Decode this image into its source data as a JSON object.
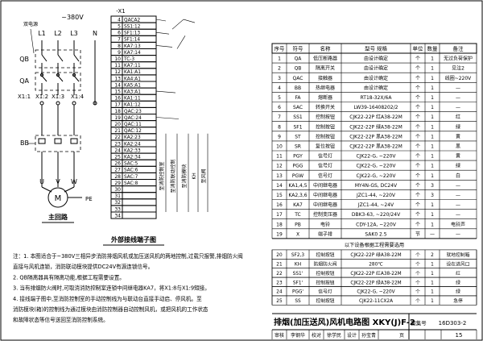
{
  "main_circuit": {
    "voltage": "~380V",
    "phases": [
      "L1",
      "L2",
      "L3",
      "N"
    ],
    "feeder_label": "双电源",
    "components": [
      "QB",
      "QA",
      "X1:1",
      "X1:2",
      "X1:3",
      "X1:4",
      "BB",
      "U",
      "V",
      "W",
      "M",
      "PE"
    ],
    "caption": "主回路"
  },
  "terminal_block": {
    "header": "-X1",
    "rows": [
      {
        "no": "4",
        "label": "QACA2"
      },
      {
        "no": "5",
        "label": "SS1:12"
      },
      {
        "no": "6",
        "label": "SF1:13"
      },
      {
        "no": "7",
        "label": "SF1:14"
      },
      {
        "no": "8",
        "label": "KA7:13"
      },
      {
        "no": "9",
        "label": "KA7:14"
      },
      {
        "no": "10",
        "label": "TC-3"
      },
      {
        "no": "11",
        "label": "KA7:11"
      },
      {
        "no": "12",
        "label": "KA1:A1"
      },
      {
        "no": "13",
        "label": "KA4:A1"
      },
      {
        "no": "14",
        "label": "KA5:A1"
      },
      {
        "no": "15",
        "label": "KA3:A1"
      },
      {
        "no": "16",
        "label": "KA1:11"
      },
      {
        "no": "17",
        "label": "KA1:12"
      },
      {
        "no": "18",
        "label": "QAC:23"
      },
      {
        "no": "19",
        "label": "QAC:24"
      },
      {
        "no": "20",
        "label": "QAC:11"
      },
      {
        "no": "21",
        "label": "QAC:12"
      },
      {
        "no": "22",
        "label": "KA2:23"
      },
      {
        "no": "23",
        "label": "KA2:24"
      },
      {
        "no": "24",
        "label": "KA2:33"
      },
      {
        "no": "25",
        "label": "KA2:34"
      },
      {
        "no": "26",
        "label": "SAC:5"
      },
      {
        "no": "27",
        "label": "SAC:6"
      },
      {
        "no": "28",
        "label": "SAC:7"
      },
      {
        "no": "29",
        "label": "SAC:8"
      },
      {
        "no": "30",
        "label": ""
      },
      {
        "no": "31",
        "label": ""
      },
      {
        "no": "32",
        "label": ""
      },
      {
        "no": "33",
        "label": ""
      },
      {
        "no": "34",
        "label": ""
      }
    ],
    "side_labels": [
      "至消防控制室",
      "至消防联动控制",
      "至消防模块",
      "KH",
      "至风阀"
    ],
    "caption": "外部接线端子图"
  },
  "component_table": {
    "headers": [
      "序号",
      "符号",
      "名称",
      "型号 规格",
      "单位",
      "数量",
      "备注"
    ],
    "rows": [
      [
        "1",
        "QA",
        "低压断路器",
        "由设计确定",
        "个",
        "1",
        "无过负荷保护"
      ],
      [
        "2",
        "QB",
        "隔离开关",
        "由设计确定",
        "个",
        "1",
        "见注2"
      ],
      [
        "3",
        "QAC",
        "接触器",
        "由设计确定",
        "个",
        "1",
        "线圈~220V"
      ],
      [
        "4",
        "BB",
        "热继电器",
        "由设计确定",
        "个",
        "1",
        "—"
      ],
      [
        "5",
        "FA",
        "熔断器",
        "RT18-32X/6A",
        "个",
        "1",
        "—"
      ],
      [
        "6",
        "SAC",
        "转换开关",
        "LW39-16408202/2",
        "个",
        "1",
        "—"
      ],
      [
        "7",
        "SS1",
        "控制按钮",
        "CJK22-22P 红A38-22M",
        "个",
        "1",
        "红"
      ],
      [
        "8",
        "SF1",
        "控制按钮",
        "CJK22-22P 绿A38-22M",
        "个",
        "1",
        "绿"
      ],
      [
        "9",
        "ST",
        "控制按钮",
        "CJK22-22P 黑A38-22M",
        "个",
        "1",
        "黄"
      ],
      [
        "10",
        "SR",
        "复位按钮",
        "CJK22-22P 黑A38-22M",
        "个",
        "1",
        "黑"
      ],
      [
        "11",
        "PGY",
        "信号灯",
        "CJK22-G, ~220V",
        "个",
        "1",
        "黄"
      ],
      [
        "12",
        "PGG",
        "信号灯",
        "CJK22-G, ~220V",
        "个",
        "1",
        "绿"
      ],
      [
        "13",
        "PGW",
        "信号灯",
        "CJK22-G, ~220V",
        "个",
        "1",
        "白"
      ],
      [
        "14",
        "KA1,4,5",
        "中间继电器",
        "MY4N-GS, DC24V",
        "个",
        "3",
        "—"
      ],
      [
        "15",
        "KA2,3,6",
        "中间继电器",
        "JZC1-44, ~220V",
        "个",
        "3",
        "—"
      ],
      [
        "16",
        "KA7",
        "中间继电器",
        "JZC1-44, ~24V",
        "个",
        "1",
        "—"
      ],
      [
        "17",
        "TC",
        "控制变压器",
        "DBK3-63, ~220/24V",
        "个",
        "1",
        "—"
      ],
      [
        "18",
        "PB",
        "电铃",
        "CDY-12A, ~220V",
        "个",
        "1",
        "电铃声"
      ],
      [
        "19",
        "X",
        "端子排",
        "SAK0 2.5",
        "节",
        "—",
        "—"
      ]
    ],
    "optional_note": "以下设备根据工程需要选用",
    "optional_rows": [
      [
        "20",
        "SF2,3",
        "控制按钮",
        "CJK22-22P 绿A38-22M",
        "个",
        "2",
        "就地控制箱"
      ],
      [
        "21",
        "KH",
        "防烟防火阀",
        "280℃",
        "个",
        "1",
        "设在进风口"
      ],
      [
        "22",
        "SS1'",
        "控制按钮",
        "CJK22-22P 红A38-22M",
        "个",
        "1",
        "红"
      ],
      [
        "23",
        "SF1'",
        "控制按钮",
        "CJK22-22P 绿A38-22M",
        "个",
        "1",
        "绿"
      ],
      [
        "24",
        "PGG'",
        "信号灯",
        "CJK22-G, ~220V",
        "个",
        "1",
        "绿"
      ],
      [
        "25",
        "SS",
        "控制按钮",
        "CJK22-11CX2A",
        "个",
        "1",
        "急停"
      ]
    ]
  },
  "notes": {
    "lines": [
      "注：1. 本图适合于~380V三相异步消防排烟风机或加压送风机的两地控制,过载只报警,排烟防火阀",
      "     直接与风机连锁，消防联动模块提供DC24V有源连锁信号。",
      "   2. QB隔离器具有隔离功能,根据工程需要设置。",
      "   3. 当有排烟防火阀时,可取消消防控制室连锁中间继电器KA7，将X1:8与X1:9短接。",
      "   4. 接线端子图中,至消防控制室的手动控制线为与联动台直接手动启、停风机。至",
      "     消防模块(箱)的控制线为通过模块由消防控制器自动控制风机，或把风机的工作状态",
      "     和故障状态等信号送回至消防控制系统。"
    ]
  },
  "title_block": {
    "title": "排烟(加压送风)风机电路图 XKY(J)F-2",
    "atlas_label": "图集号",
    "atlas_no": "16D303-2",
    "row_labels": [
      "审核",
      "李钢华",
      "校对",
      "徐学民",
      "设计",
      "孙宝青",
      "页"
    ],
    "page_no": "15"
  }
}
